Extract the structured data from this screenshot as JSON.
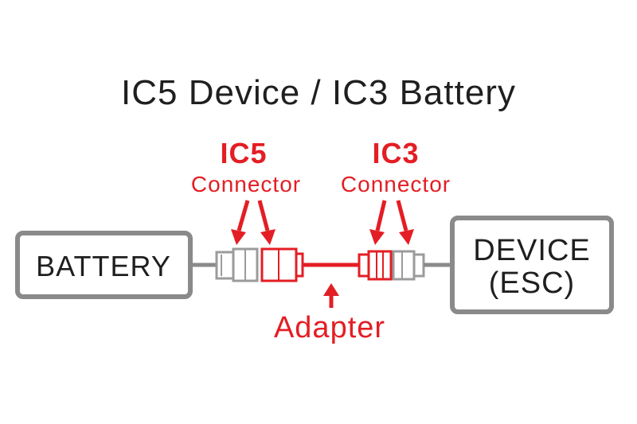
{
  "title": "IC5 Device / IC3 Battery",
  "colors": {
    "accent": "#e31e24",
    "outline": "#8a8a8a",
    "plug_grey": "#9b9b9b",
    "text": "#1f1f1f"
  },
  "labels": {
    "ic5_name": "IC5",
    "ic5_sub": "Connector",
    "ic3_name": "IC3",
    "ic3_sub": "Connector",
    "adapter": "Adapter",
    "battery": "BATTERY",
    "device_line1": "DEVICE",
    "device_line2": "(ESC)"
  }
}
